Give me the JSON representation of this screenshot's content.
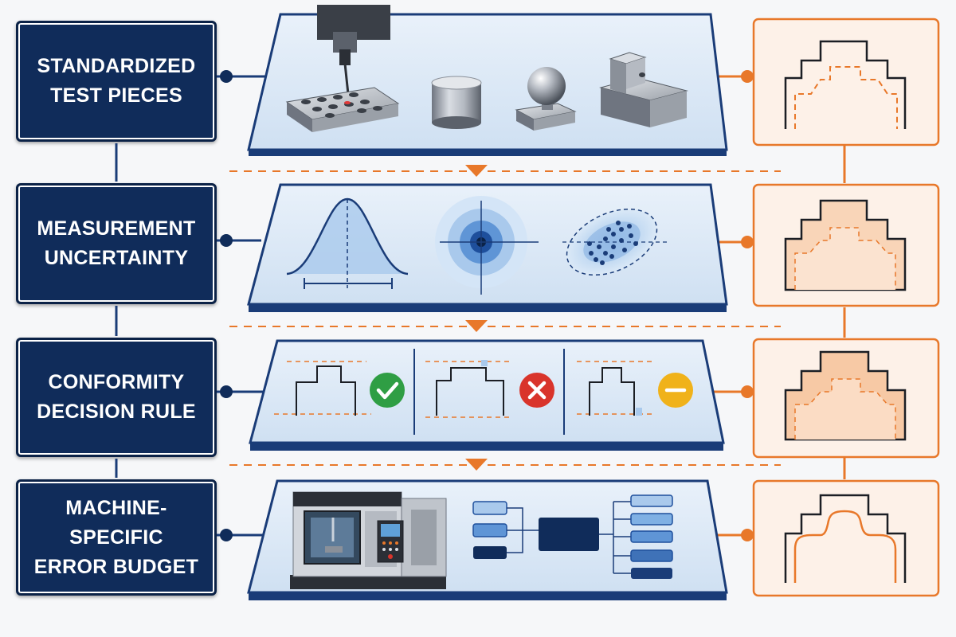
{
  "steps": [
    {
      "line1": "STANDARDIZED",
      "line2": "TEST PIECES"
    },
    {
      "line1": "MEASUREMENT",
      "line2": "UNCERTAINTY"
    },
    {
      "line1": "CONFORMITY",
      "line2": "DECISION RULE"
    },
    {
      "line1": "MACHINE-SPECIFIC",
      "line2": "ERROR BUDGET"
    }
  ],
  "colors": {
    "navy": "#102c5a",
    "panel": "#d9e7f6",
    "panel_edge": "#1a3c78",
    "orange": "#e8782a",
    "orange_fill": "#fbe3d0",
    "orange_panel": "#fdf1e8",
    "pass": "#2f9e44",
    "fail": "#d9342b",
    "warn": "#f0b21a"
  },
  "icons": {
    "row1": [
      "probe-icon",
      "hole-plate-icon",
      "cylinder-icon",
      "sphere-icon",
      "step-block-icon"
    ],
    "row2": [
      "distribution-curve-icon",
      "target-icon",
      "scatter-ellipse-icon"
    ],
    "row3": [
      "check-icon",
      "cross-icon",
      "minus-icon"
    ],
    "row4": [
      "cnc-machine-icon",
      "tree-diagram-icon"
    ]
  }
}
